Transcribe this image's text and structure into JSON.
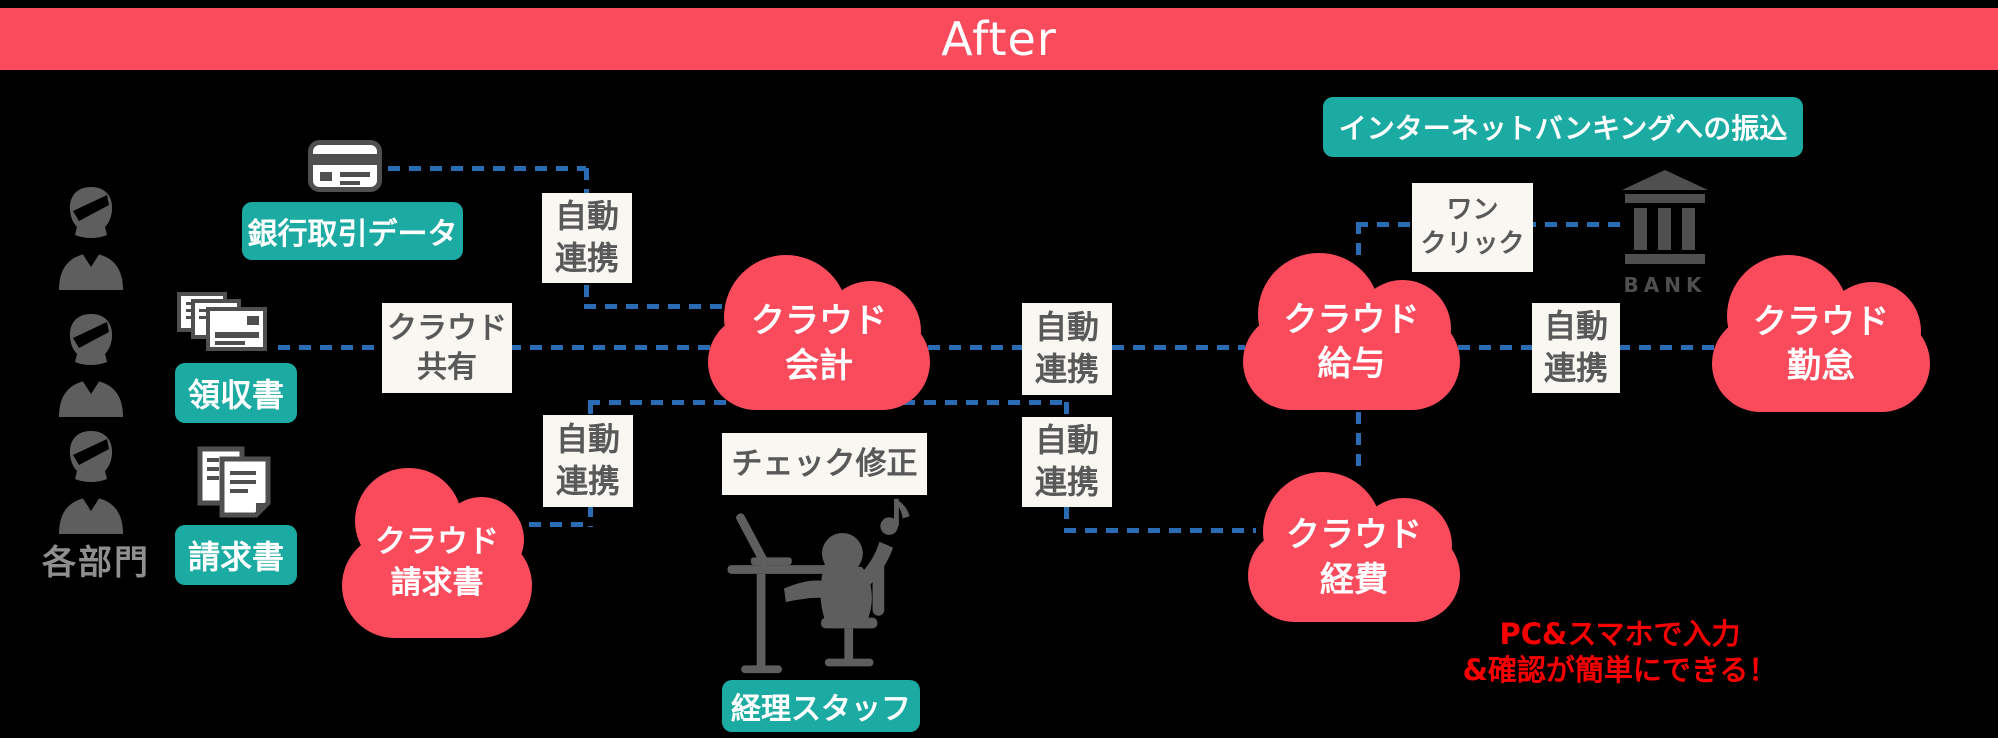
{
  "banner": {
    "label": "After"
  },
  "colors": {
    "accent_red": "#FA4B5C",
    "teal": "#1CABA2",
    "dotted_line_blue": "#2A6CB3",
    "process_box_bg": "#F9F7F1",
    "process_box_text": "#595959",
    "icon_gray": "#5E5E5E",
    "callout_red": "#F80000"
  },
  "sources": {
    "department_label": "各部門",
    "bank_data_label": "銀行取引データ",
    "receipt_label": "領収書",
    "invoice_label": "請求書"
  },
  "nodes": {
    "cloud_share": {
      "line1": "クラウド",
      "line2": "共有"
    },
    "auto_link": {
      "line1": "自動",
      "line2": "連携"
    },
    "cloud_accounting": {
      "line1": "クラウド",
      "line2": "会計"
    },
    "cloud_invoice": {
      "line1": "クラウド",
      "line2": "請求書"
    },
    "cloud_payroll": {
      "line1": "クラウド",
      "line2": "給与"
    },
    "cloud_expense": {
      "line1": "クラウド",
      "line2": "経費"
    },
    "cloud_attendance": {
      "line1": "クラウド",
      "line2": "勤怠"
    },
    "check_fix_label": "チェック修正",
    "staff_label": "経理スタッフ",
    "one_click": {
      "line1": "ワン",
      "line2": "クリック"
    },
    "bank_label": "BANK",
    "internet_banking_label": "インターネットバンキングへの振込"
  },
  "callout": {
    "line1": "PC&スマホで入力",
    "line2": "&確認が簡単にできる！"
  },
  "icons": {
    "person": "person-bust-icon",
    "credit_card": "credit-card-icon",
    "receipts": "receipt-stack-icon",
    "invoices": "invoice-stack-icon",
    "bank": "bank-building-icon",
    "staff": "person-at-desk-icon"
  }
}
